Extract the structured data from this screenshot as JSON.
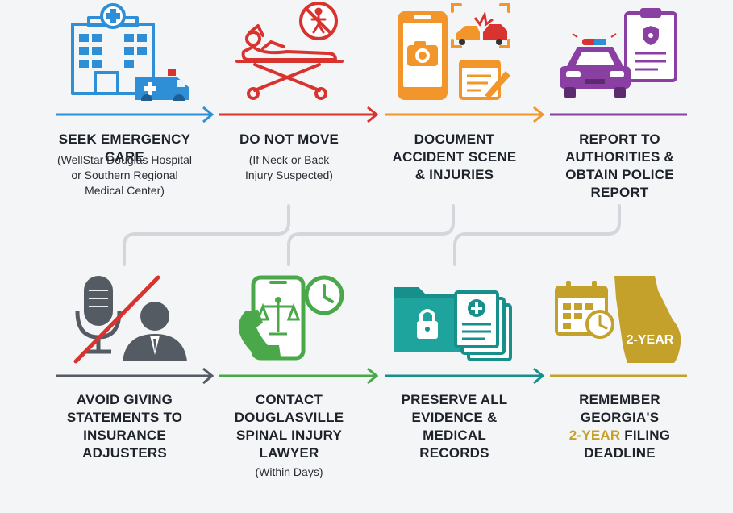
{
  "accent_colors": {
    "blue": "#2f8fd6",
    "red": "#d9332f",
    "orange": "#f2952a",
    "purple": "#8a3fa3",
    "gray": "#555b63",
    "green": "#4aa84a",
    "teal": "#178f8a",
    "gold": "#c4a12a"
  },
  "steps": [
    {
      "title": [
        "SEEK EMERGENCY CARE"
      ],
      "subtitle": [
        "(WellStar Douglas Hospital",
        "or Southern Regional",
        "Medical Center)"
      ],
      "icon": "hospital-ambulance-icon"
    },
    {
      "title": [
        "DO NOT MOVE"
      ],
      "subtitle": [
        "(If Neck or Back",
        "Injury Suspected)"
      ],
      "icon": "stretcher-no-move-icon"
    },
    {
      "title": [
        "DOCUMENT",
        "ACCIDENT SCENE",
        "& INJURIES"
      ],
      "subtitle": [],
      "icon": "phone-camera-crash-icon"
    },
    {
      "title": [
        "REPORT TO",
        "AUTHORITIES &",
        "OBTAIN POLICE",
        "REPORT"
      ],
      "subtitle": [],
      "icon": "police-car-report-icon"
    },
    {
      "title": [
        "AVOID GIVING",
        "STATEMENTS TO",
        "INSURANCE",
        "ADJUSTERS"
      ],
      "subtitle": [],
      "icon": "no-microphone-adjuster-icon"
    },
    {
      "title": [
        "CONTACT",
        "DOUGLASVILLE",
        "SPINAL INJURY",
        "LAWYER"
      ],
      "subtitle": [
        "(Within Days)"
      ],
      "icon": "phone-scales-clock-icon"
    },
    {
      "title": [
        "PRESERVE ALL",
        "EVIDENCE &",
        "MEDICAL",
        "RECORDS"
      ],
      "subtitle": [],
      "icon": "folder-lock-records-icon"
    },
    {
      "title_line1": "REMEMBER",
      "title_line2": "GEORGIA'S",
      "title_highlight": "2-YEAR",
      "title_line3_rest": " FILING",
      "title_line4": "DEADLINE",
      "badge": "2-YEAR",
      "icon": "calendar-georgia-map-icon"
    }
  ]
}
